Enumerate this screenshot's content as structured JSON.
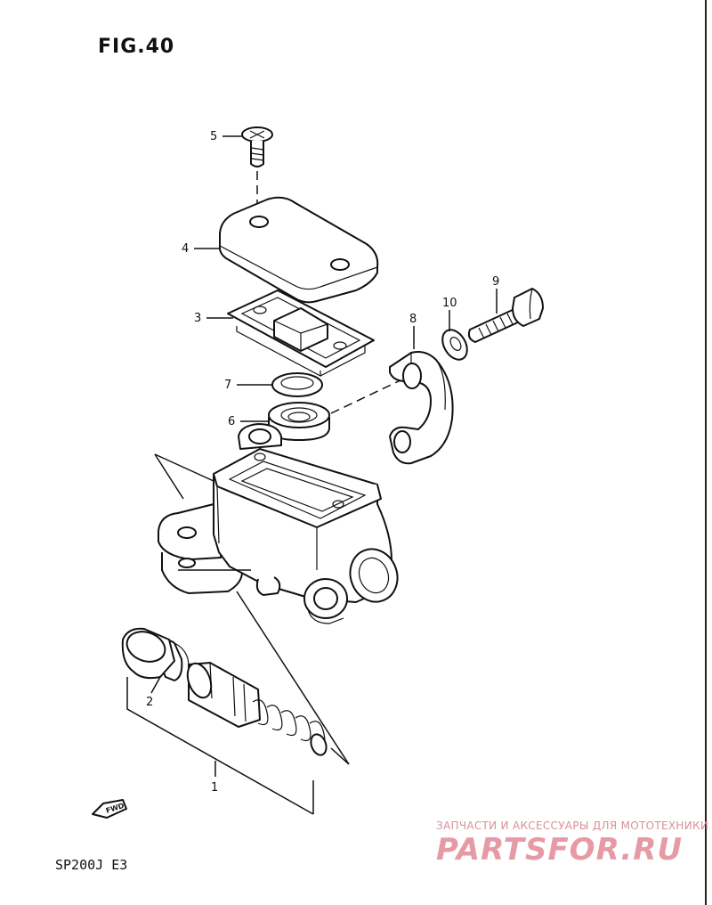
{
  "figure": {
    "title": "FIG.40",
    "model_code": "SP200J E3",
    "fwd_arrow_text": "FWD"
  },
  "parts": [
    {
      "number": "1"
    },
    {
      "number": "2"
    },
    {
      "number": "3"
    },
    {
      "number": "4"
    },
    {
      "number": "5"
    },
    {
      "number": "6"
    },
    {
      "number": "7"
    },
    {
      "number": "8"
    },
    {
      "number": "9"
    },
    {
      "number": "10"
    }
  ],
  "watermark": {
    "caption": "ЗАПЧАСТИ И АКСЕССУАРЫ ДЛЯ МОТОТЕХНИКИ",
    "logo": "PARTSFOR.RU"
  }
}
